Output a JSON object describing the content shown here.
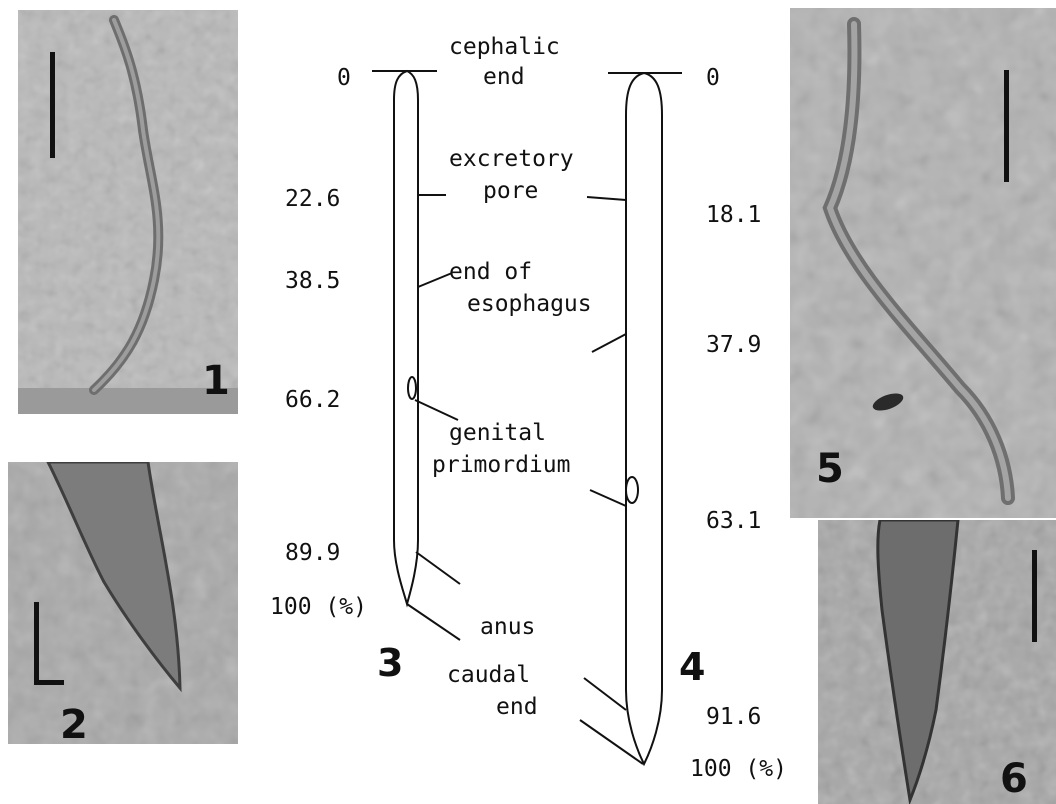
{
  "figure_numbers": {
    "photo1": "1",
    "photo2": "2",
    "diagram3": "3",
    "diagram4": "4",
    "photo5": "5",
    "photo6": "6"
  },
  "diagram3_values": [
    "0",
    "22.6",
    "38.5",
    "66.2",
    "89.9",
    "100 (%)"
  ],
  "diagram4_values": [
    "0",
    "18.1",
    "37.9",
    "63.1",
    "91.6",
    "100 (%)"
  ],
  "labels": {
    "cephalic_end": [
      "cephalic",
      "end"
    ],
    "excretory_pore": [
      "excretory",
      "pore"
    ],
    "end_of_esophagus": [
      "end of",
      "esophagus"
    ],
    "genital_primordium": [
      "genital",
      "primordium"
    ],
    "anus": "anus",
    "caudal_end": [
      "caudal",
      "end"
    ]
  },
  "colors": {
    "ink": "#111111",
    "photo_background": "#b5b5b5",
    "worm_body": "#7a7a7a"
  }
}
